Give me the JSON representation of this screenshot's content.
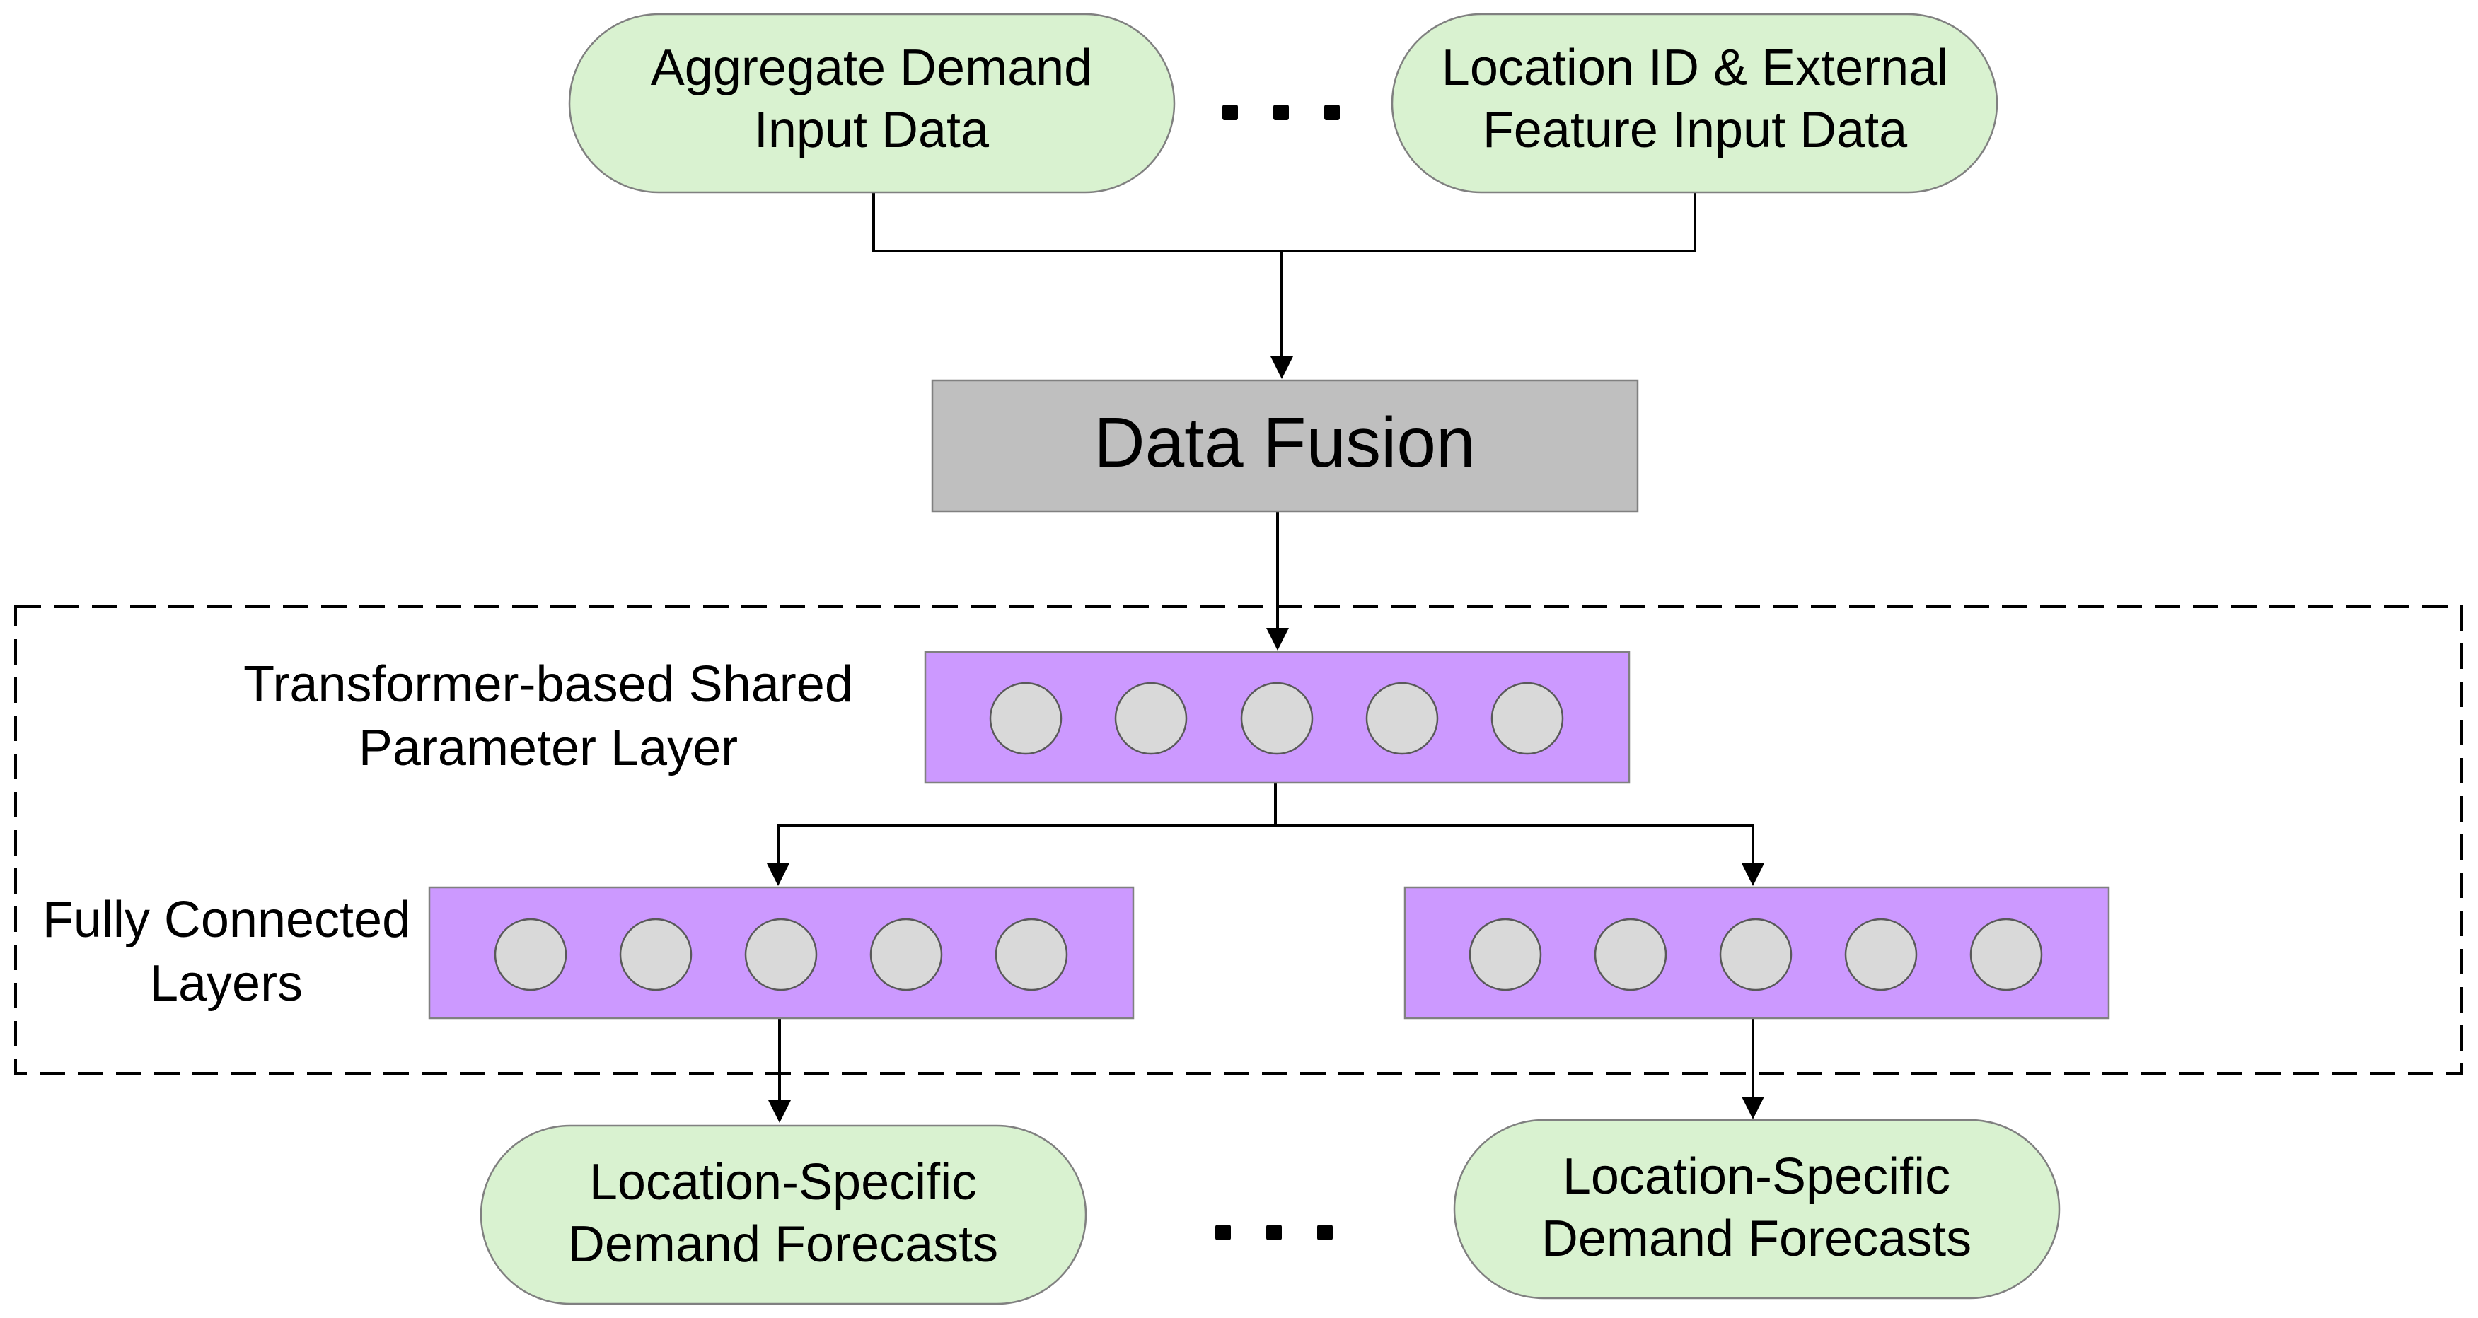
{
  "inputs": {
    "left_line1": "Aggregate Demand",
    "left_line2": "Input Data",
    "right_line1": "Location ID & External",
    "right_line2": "Feature Input Data"
  },
  "fusion": {
    "label": "Data Fusion"
  },
  "shared_layer": {
    "line1": "Transformer-based Shared",
    "line2": "Parameter Layer"
  },
  "fc_layers": {
    "line1": "Fully Connected",
    "line2": "Layers"
  },
  "outputs": {
    "left_line1": "Location-Specific",
    "left_line2": "Demand Forecasts",
    "right_line1": "Location-Specific",
    "right_line2": "Demand Forecasts"
  },
  "colors": {
    "pill_fill": "#d9f2d0",
    "layer_fill": "#cc99ff",
    "node_fill": "#d9d9d9",
    "fusion_fill": "#bfbfbf"
  }
}
